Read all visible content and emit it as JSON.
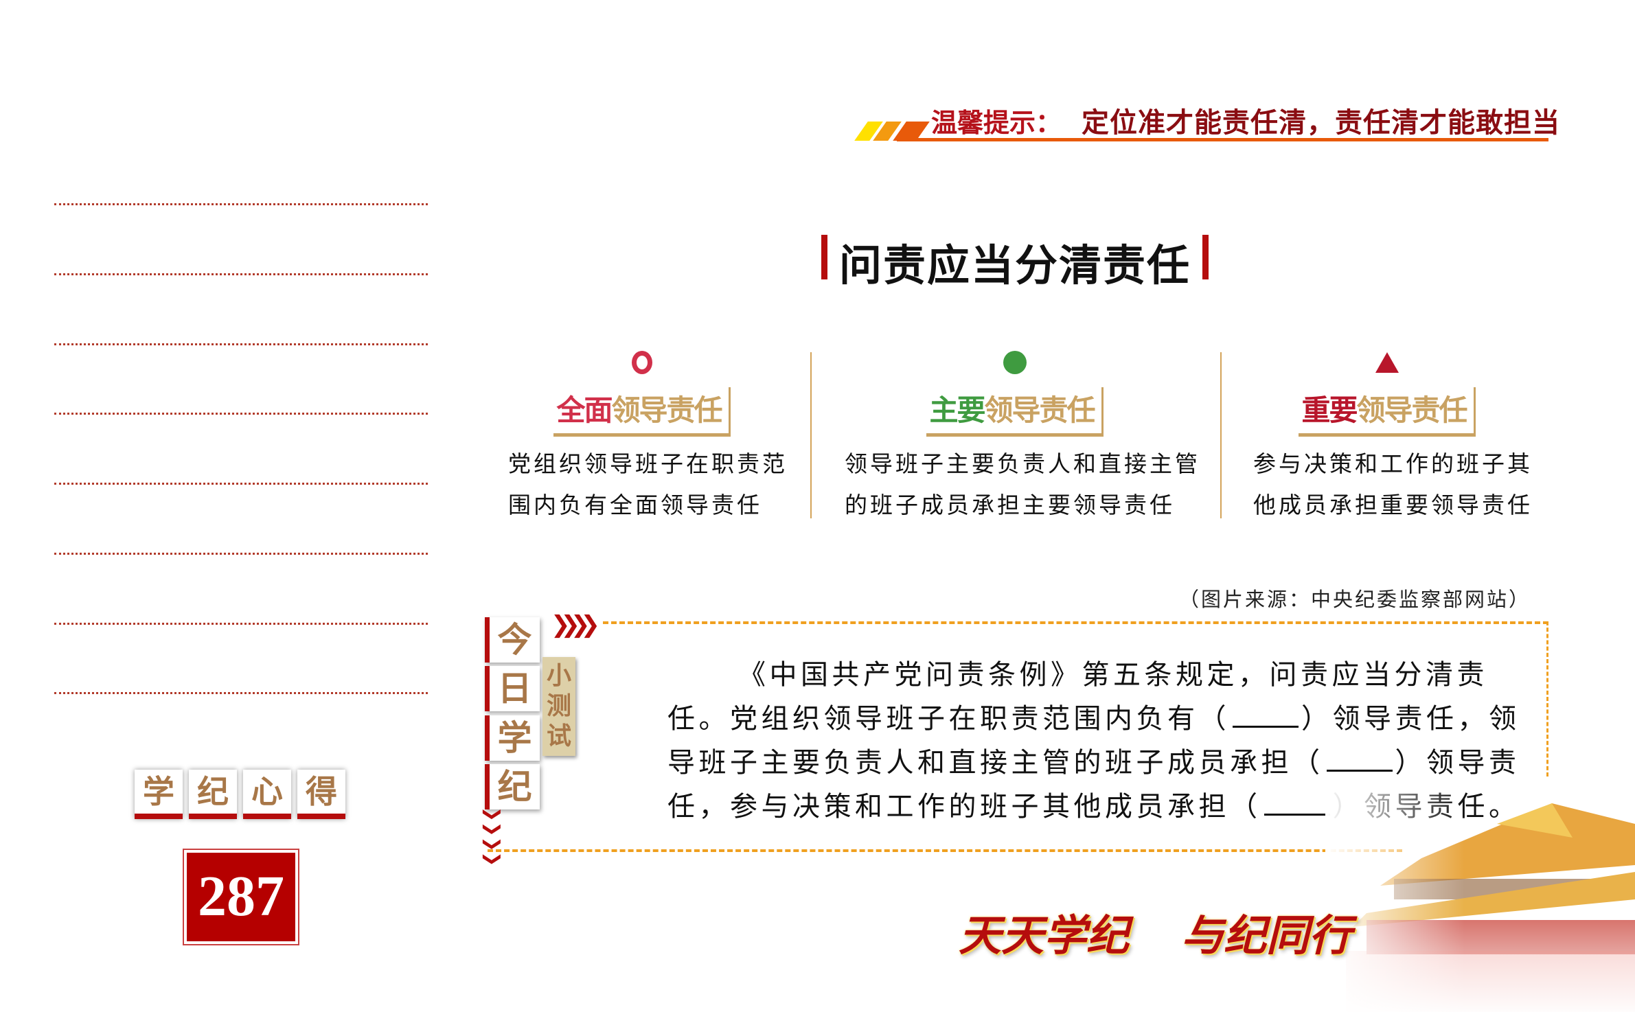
{
  "tip": {
    "label": "温馨提示：",
    "text": "定位准才能责任清，责任清才能敢担当"
  },
  "title": "问责应当分清责任",
  "columns": [
    {
      "icon": "hollow-circle",
      "color": "#d1304a",
      "head_prefix": "全面",
      "head_suffix": "领导责任",
      "lines": [
        "党组织领导班子在职责范",
        "围内负有全面领导责任"
      ]
    },
    {
      "icon": "solid-circle",
      "color": "#3f9b40",
      "head_prefix": "主要",
      "head_suffix": "领导责任",
      "lines": [
        "领导班子主要负责人和直接主管",
        "的班子成员承担主要领导责任"
      ]
    },
    {
      "icon": "triangle",
      "color": "#b8162b",
      "head_prefix": "重要",
      "head_suffix": "领导责任",
      "lines": [
        "参与决策和工作的班子其",
        "他成员承担重要领导责任"
      ]
    }
  ],
  "source": "（图片来源：中央纪委监察部网站）",
  "daily": {
    "tags": [
      "今",
      "日",
      "学",
      "纪"
    ],
    "quiz_tag": [
      "小",
      "测",
      "试"
    ],
    "lines": [
      {
        "pre": "《中国共产党问责条例》第五条规定，问责应当分清责"
      },
      {
        "pre": "任。党组织领导班子在职责范围内负有（",
        "post": "）领导责任，领"
      },
      {
        "pre": "导班子主要负责人和直接主管的班子成员承担（",
        "post": "）领导责"
      },
      {
        "pre": "任，参与决策和工作的班子其他成员承担（",
        "post": "）领导责任。"
      }
    ]
  },
  "sidebar": {
    "tiles": [
      "学",
      "纪",
      "心",
      "得"
    ],
    "number": "287"
  },
  "slogan": [
    "天天学纪",
    "与纪同行"
  ],
  "colors": {
    "red": "#b50d0d",
    "gold": "#c9a262",
    "orange": "#f0a020"
  }
}
